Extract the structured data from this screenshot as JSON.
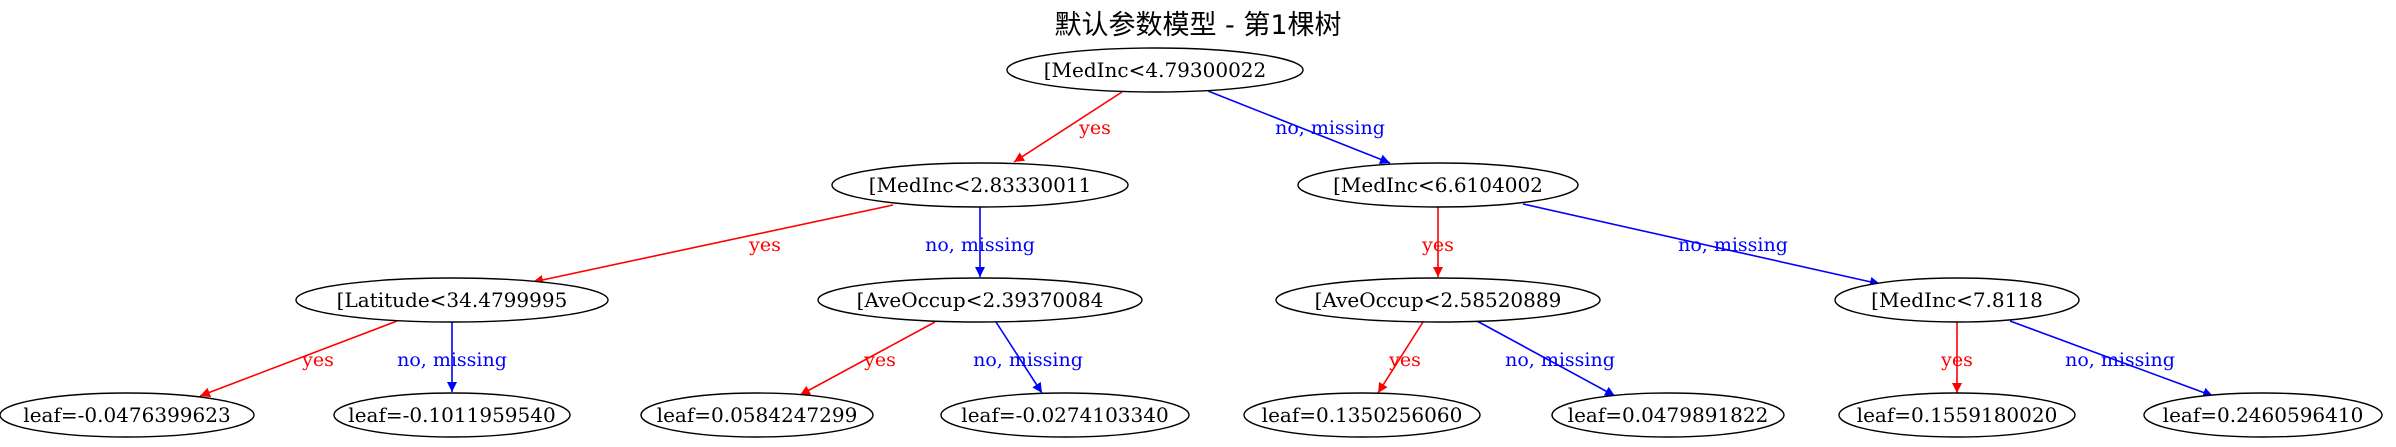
{
  "title": "默认参数模型 - 第1棵树",
  "colors": {
    "yes": "#ff0000",
    "no": "#0000ff",
    "node_stroke": "#000000"
  },
  "nodes": [
    {
      "id": "n0",
      "label": "[MedInc<4.79300022"
    },
    {
      "id": "n1",
      "label": "[MedInc<2.83330011"
    },
    {
      "id": "n2",
      "label": "[MedInc<6.6104002"
    },
    {
      "id": "n3",
      "label": "[Latitude<34.4799995"
    },
    {
      "id": "n4",
      "label": "[AveOccup<2.39370084"
    },
    {
      "id": "n5",
      "label": "[AveOccup<2.58520889"
    },
    {
      "id": "n6",
      "label": "[MedInc<7.8118"
    },
    {
      "id": "l0",
      "label": "leaf=-0.0476399623"
    },
    {
      "id": "l1",
      "label": "leaf=-0.1011959540"
    },
    {
      "id": "l2",
      "label": "leaf=0.0584247299"
    },
    {
      "id": "l3",
      "label": "leaf=-0.0274103340"
    },
    {
      "id": "l4",
      "label": "leaf=0.1350256060"
    },
    {
      "id": "l5",
      "label": "leaf=0.0479891822"
    },
    {
      "id": "l6",
      "label": "leaf=0.1559180020"
    },
    {
      "id": "l7",
      "label": "leaf=0.2460596410"
    }
  ],
  "edges": [
    {
      "from": "n0",
      "to": "n1",
      "type": "yes",
      "label": "yes"
    },
    {
      "from": "n0",
      "to": "n2",
      "type": "no",
      "label": "no, missing"
    },
    {
      "from": "n1",
      "to": "n3",
      "type": "yes",
      "label": "yes"
    },
    {
      "from": "n1",
      "to": "n4",
      "type": "no",
      "label": "no, missing"
    },
    {
      "from": "n2",
      "to": "n5",
      "type": "yes",
      "label": "yes"
    },
    {
      "from": "n2",
      "to": "n6",
      "type": "no",
      "label": "no, missing"
    },
    {
      "from": "n3",
      "to": "l0",
      "type": "yes",
      "label": "yes"
    },
    {
      "from": "n3",
      "to": "l1",
      "type": "no",
      "label": "no, missing"
    },
    {
      "from": "n4",
      "to": "l2",
      "type": "yes",
      "label": "yes"
    },
    {
      "from": "n4",
      "to": "l3",
      "type": "no",
      "label": "no, missing"
    },
    {
      "from": "n5",
      "to": "l4",
      "type": "yes",
      "label": "yes"
    },
    {
      "from": "n5",
      "to": "l5",
      "type": "no",
      "label": "no, missing"
    },
    {
      "from": "n6",
      "to": "l6",
      "type": "yes",
      "label": "yes"
    },
    {
      "from": "n6",
      "to": "l7",
      "type": "no",
      "label": "no, missing"
    }
  ]
}
